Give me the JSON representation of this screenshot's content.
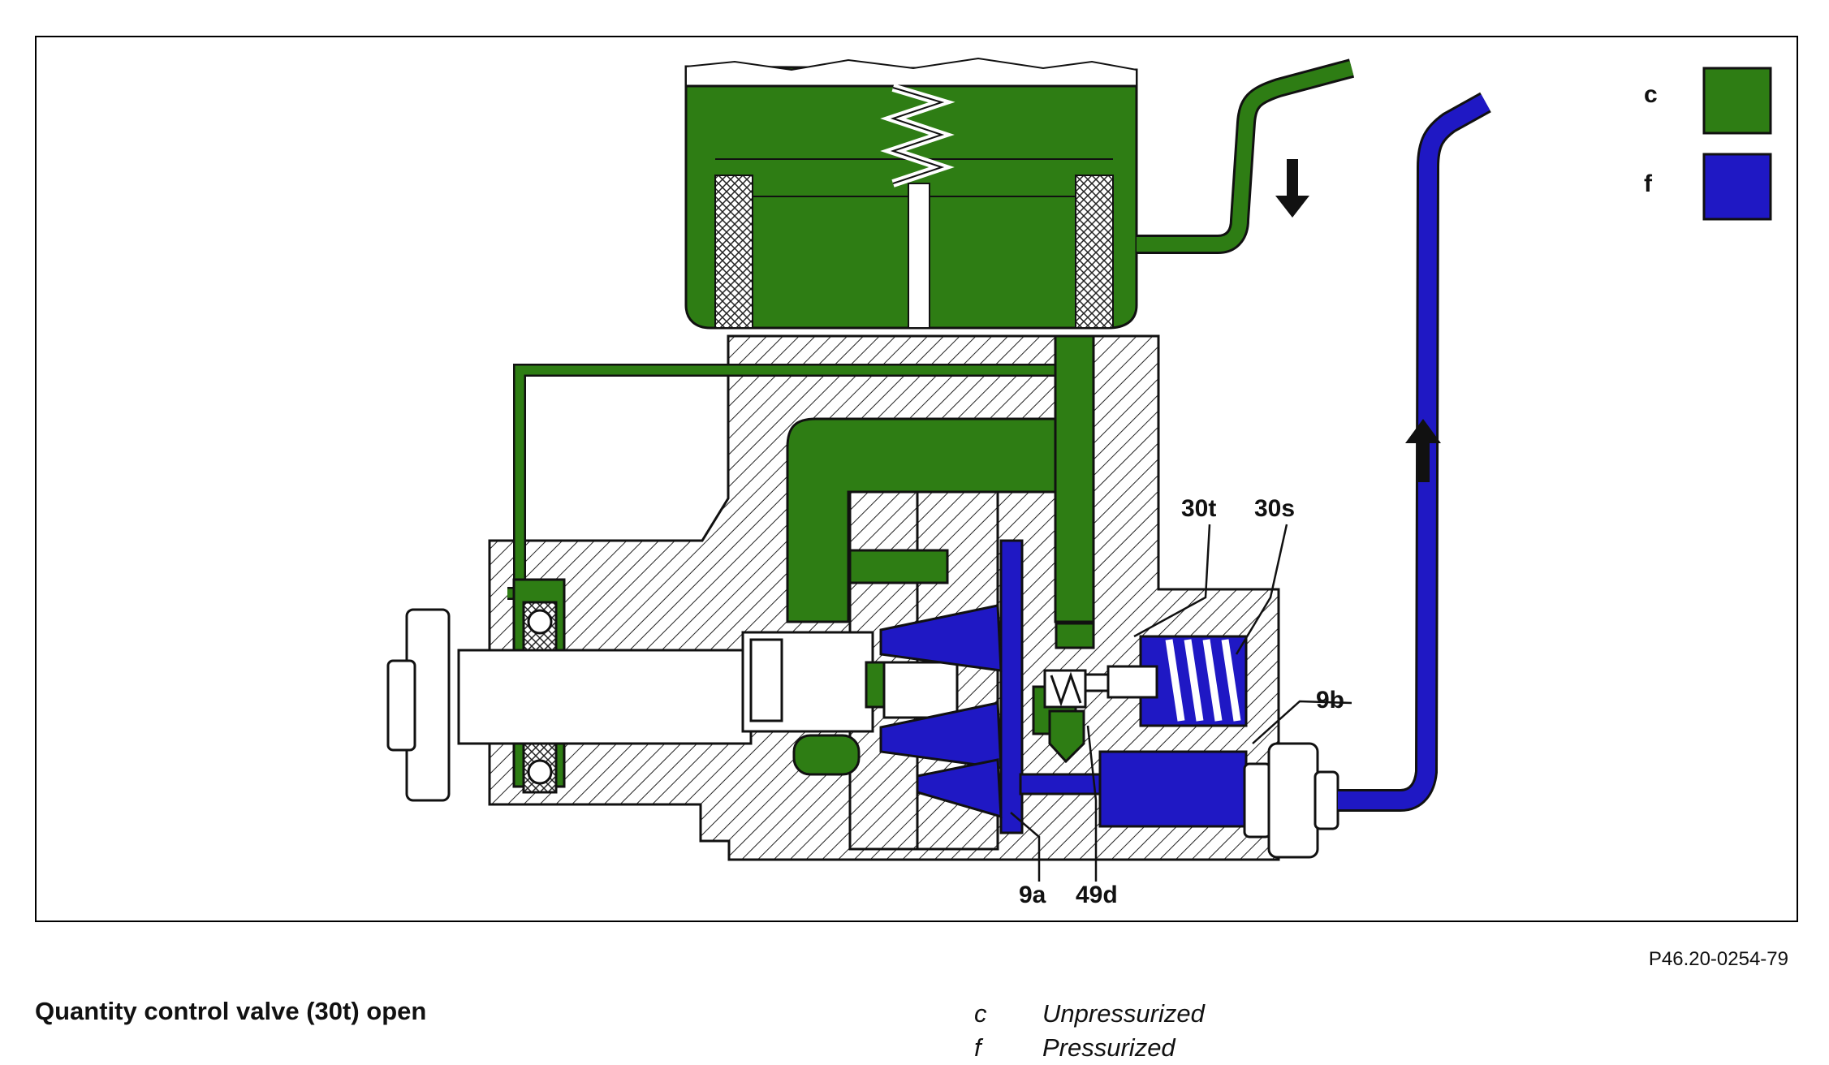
{
  "figure": {
    "callouts": [
      "30t",
      "30s",
      "9b",
      "9a",
      "49d"
    ],
    "swatches": [
      {
        "key": "c",
        "color": "#2e7d14"
      },
      {
        "key": "f",
        "color": "#1f18c4"
      }
    ],
    "reference_code": "P46.20-0254-79"
  },
  "caption": "Quantity control valve (30t) open",
  "legend": [
    {
      "key": "c",
      "label": "Unpressurized"
    },
    {
      "key": "f",
      "label": "Pressurized"
    }
  ],
  "colors": {
    "unpressurized": "#2e7d14",
    "pressurized": "#1f18c4",
    "outline": "#111111"
  },
  "icons": [
    "flow-down-arrow-icon",
    "flow-up-arrow-icon"
  ]
}
